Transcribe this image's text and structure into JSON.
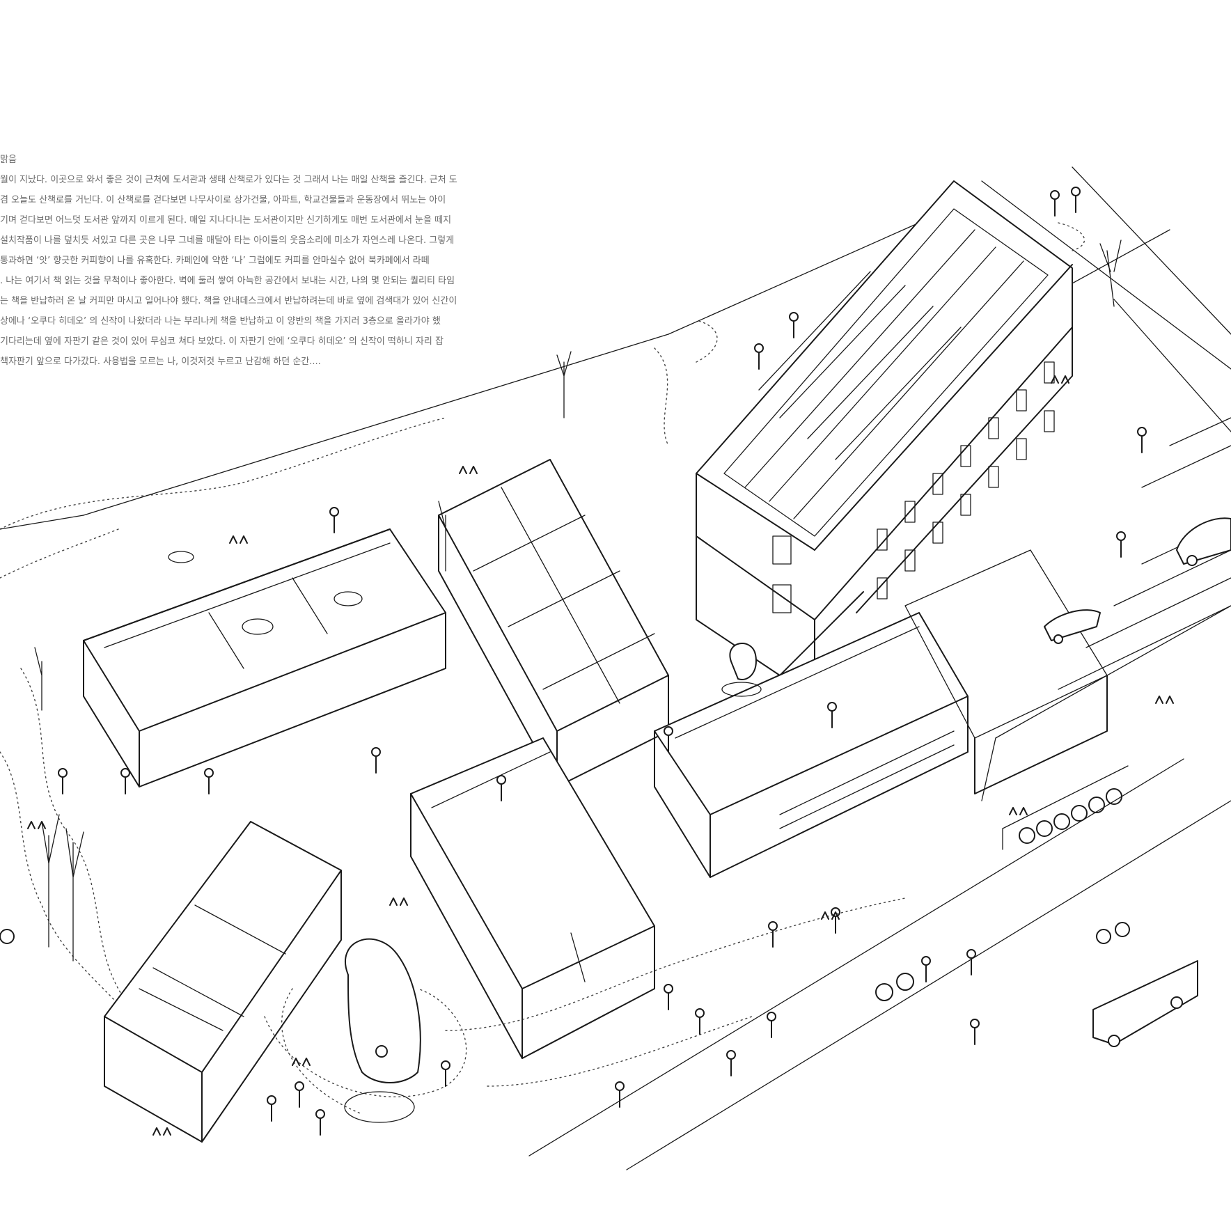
{
  "diary": {
    "date_fragment": "맑음",
    "lines": [
      "월이 지났다. 이곳으로 와서 좋은 것이 근처에 도서관과 생태 산책로가 있다는 것 그래서 나는 매일 산책을 즐긴다. 근처 도",
      "겸 오늘도 산책로를 거닌다. 이 산책로를 걷다보면 나무사이로 상가건물, 아파트, 학교건물들과 운동장에서 뛰노는 아이",
      "기며 걷다보면 어느덧 도서관 앞까지 이르게 된다. 매일 지나다니는 도서관이지만 신기하게도 매번 도서관에서 눈을 떼지",
      "설치작품이 나를 덮치듯 서있고 다른 곳은 나무 그네를 매달아 타는 아이들의 웃음소리에 미소가 자연스레 나온다. 그렇게",
      "통과하면 ‘앗’ 향긋한 커피향이 나를 유혹한다. 카페인에 약한 ‘나’ 그럼에도 커피를 안마실수 없어 북카페에서 라떼",
      ". 나는 여기서 책 읽는 것을 무척이나 좋아한다. 벽에 둘러 쌓여 아늑한 공간에서 보내는 시간, 나의 몇 안되는 퀄리티 타임",
      "는 책을 반납하러 온 날 커피만 마시고 일어나야 했다. 책을 안내데스크에서 반납하려는데 바로 옆에 검색대가 있어 신간이",
      "상에나 ‘오쿠다 히데오’ 의 신작이 나왔더라 나는 부리나케 책을 반납하고 이 양반의 책을 가지러 3층으로 올라가야 했",
      "기다리는데 옆에 자판기 같은 것이 있어 무심코 쳐다 보았다. 이 자판기 안에 ‘오쿠다 히데오’ 의 신작이 떡하니 자리 잡",
      "책자판기 앞으로 다가갔다. 사용법을 모르는 나, 이것저것 누르고 난감해 하던 순간...."
    ]
  }
}
